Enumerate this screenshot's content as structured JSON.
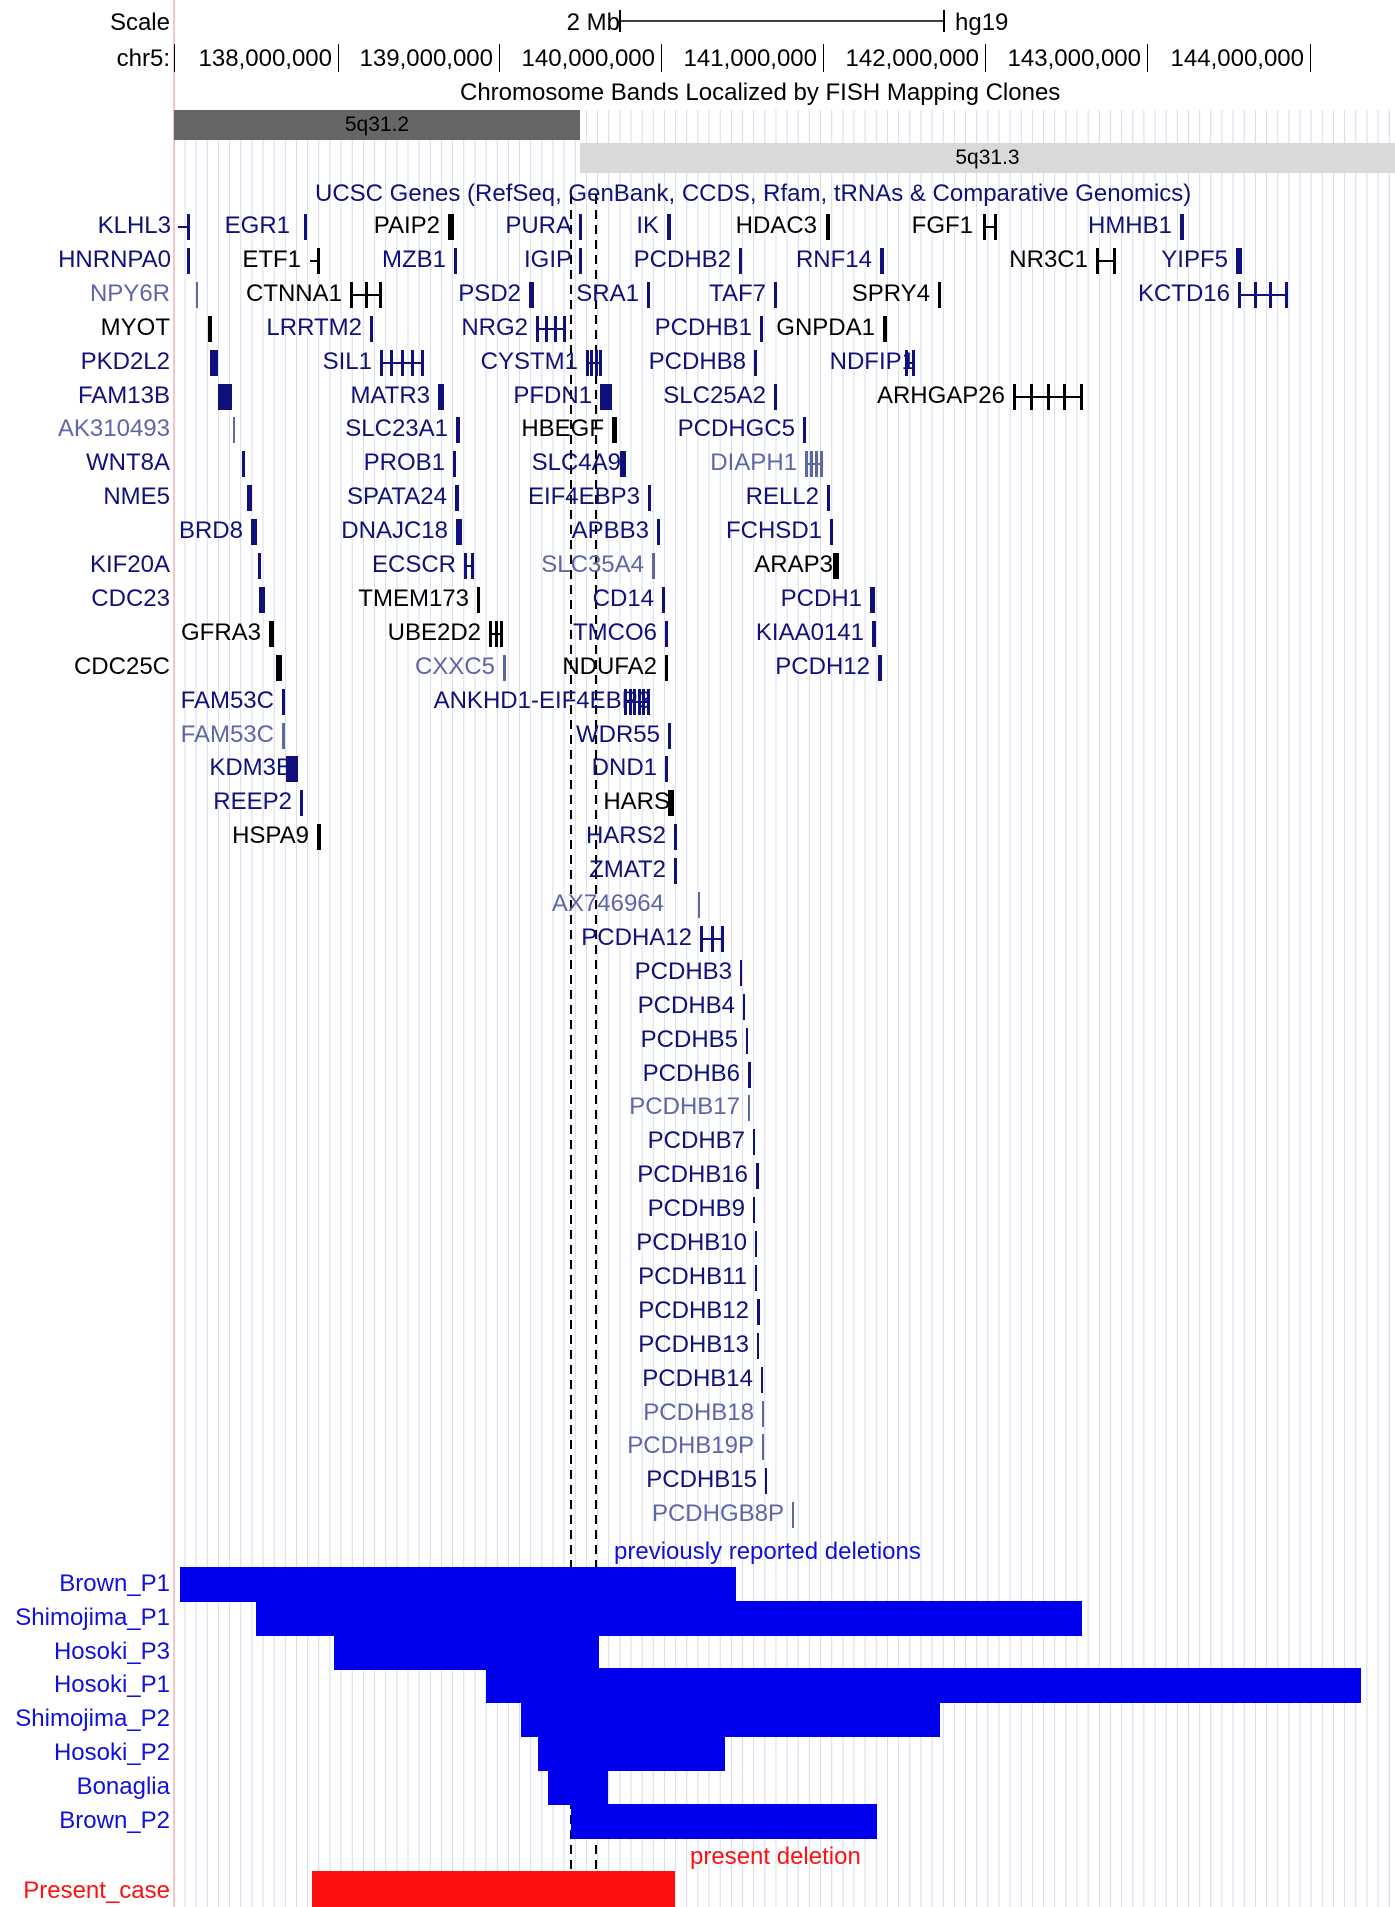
{
  "header": {
    "scale_label": "Scale",
    "scale_value": "2 Mb",
    "assembly": "hg19",
    "chrom_label": "chr5:",
    "positions": [
      "138,000,000",
      "139,000,000",
      "140,000,000",
      "141,000,000",
      "142,000,000",
      "143,000,000",
      "144,000,000"
    ]
  },
  "bands_track": {
    "title": "Chromosome Bands Localized by FISH Mapping Clones",
    "bands": [
      {
        "name": "5q31.2",
        "color": "#666666"
      },
      {
        "name": "5q31.3",
        "color": "#d9d9d9"
      }
    ]
  },
  "genes_track": {
    "title": "UCSC Genes (RefSeq, GenBank, CCDS, Rfam, tRNAs & Comparative Genomics)",
    "colors": {
      "b": "#10107a",
      "k": "#000000",
      "l": "#5f66a6"
    },
    "rows": [
      [
        {
          "name": "KLHL3",
          "c": "b"
        },
        {
          "name": "EGR1",
          "c": "b"
        },
        {
          "name": "PAIP2",
          "c": "k"
        },
        {
          "name": "PURA",
          "c": "b"
        },
        {
          "name": "IK",
          "c": "b"
        },
        {
          "name": "HDAC3",
          "c": "k"
        },
        {
          "name": "FGF1",
          "c": "k"
        },
        {
          "name": "HMHB1",
          "c": "b"
        }
      ],
      [
        {
          "name": "HNRNPA0",
          "c": "b"
        },
        {
          "name": "ETF1",
          "c": "k"
        },
        {
          "name": "MZB1",
          "c": "b"
        },
        {
          "name": "IGIP",
          "c": "b"
        },
        {
          "name": "PCDHB2",
          "c": "b"
        },
        {
          "name": "RNF14",
          "c": "b"
        },
        {
          "name": "NR3C1",
          "c": "k"
        },
        {
          "name": "YIPF5",
          "c": "b"
        }
      ],
      [
        {
          "name": "NPY6R",
          "c": "l"
        },
        {
          "name": "CTNNA1",
          "c": "k"
        },
        {
          "name": "PSD2",
          "c": "b"
        },
        {
          "name": "SRA1",
          "c": "b"
        },
        {
          "name": "TAF7",
          "c": "b"
        },
        {
          "name": "SPRY4",
          "c": "k"
        },
        {
          "name": "KCTD16",
          "c": "b"
        }
      ],
      [
        {
          "name": "MYOT",
          "c": "k"
        },
        {
          "name": "LRRTM2",
          "c": "b"
        },
        {
          "name": "NRG2",
          "c": "b"
        },
        {
          "name": "PCDHB1",
          "c": "b"
        },
        {
          "name": "GNPDA1",
          "c": "k"
        }
      ],
      [
        {
          "name": "PKD2L2",
          "c": "b"
        },
        {
          "name": "SIL1",
          "c": "b"
        },
        {
          "name": "CYSTM1",
          "c": "b"
        },
        {
          "name": "PCDHB8",
          "c": "b"
        },
        {
          "name": "NDFIP1",
          "c": "b"
        }
      ],
      [
        {
          "name": "FAM13B",
          "c": "b"
        },
        {
          "name": "MATR3",
          "c": "b"
        },
        {
          "name": "PFDN1",
          "c": "b"
        },
        {
          "name": "SLC25A2",
          "c": "b"
        },
        {
          "name": "ARHGAP26",
          "c": "k"
        }
      ],
      [
        {
          "name": "AK310493",
          "c": "l"
        },
        {
          "name": "SLC23A1",
          "c": "b"
        },
        {
          "name": "HBEGF",
          "c": "k"
        },
        {
          "name": "PCDHGC5",
          "c": "b"
        }
      ],
      [
        {
          "name": "WNT8A",
          "c": "b"
        },
        {
          "name": "PROB1",
          "c": "b"
        },
        {
          "name": "SLC4A9",
          "c": "b"
        },
        {
          "name": "DIAPH1",
          "c": "l"
        }
      ],
      [
        {
          "name": "NME5",
          "c": "b"
        },
        {
          "name": "SPATA24",
          "c": "b"
        },
        {
          "name": "EIF4EBP3",
          "c": "b"
        },
        {
          "name": "RELL2",
          "c": "b"
        }
      ],
      [
        {
          "name": "BRD8",
          "c": "b"
        },
        {
          "name": "DNAJC18",
          "c": "b"
        },
        {
          "name": "APBB3",
          "c": "b"
        },
        {
          "name": "FCHSD1",
          "c": "b"
        }
      ],
      [
        {
          "name": "KIF20A",
          "c": "b"
        },
        {
          "name": "ECSCR",
          "c": "b"
        },
        {
          "name": "SLC35A4",
          "c": "l"
        },
        {
          "name": "ARAP3",
          "c": "k"
        }
      ],
      [
        {
          "name": "CDC23",
          "c": "b"
        },
        {
          "name": "TMEM173",
          "c": "k"
        },
        {
          "name": "CD14",
          "c": "b"
        },
        {
          "name": "PCDH1",
          "c": "b"
        }
      ],
      [
        {
          "name": "GFRA3",
          "c": "k"
        },
        {
          "name": "UBE2D2",
          "c": "k"
        },
        {
          "name": "TMCO6",
          "c": "b"
        },
        {
          "name": "KIAA0141",
          "c": "b"
        }
      ],
      [
        {
          "name": "CDC25C",
          "c": "k"
        },
        {
          "name": "CXXC5",
          "c": "l"
        },
        {
          "name": "NDUFA2",
          "c": "k"
        },
        {
          "name": "PCDH12",
          "c": "b"
        }
      ],
      [
        {
          "name": "FAM53C",
          "c": "b"
        },
        {
          "name": "ANKHD1-EIF4EBP3",
          "c": "b"
        }
      ],
      [
        {
          "name": "FAM53C",
          "c": "l"
        },
        {
          "name": "WDR55",
          "c": "b"
        }
      ],
      [
        {
          "name": "KDM3B",
          "c": "b"
        },
        {
          "name": "DND1",
          "c": "b"
        }
      ],
      [
        {
          "name": "REEP2",
          "c": "b"
        },
        {
          "name": "HARS",
          "c": "k"
        }
      ],
      [
        {
          "name": "HSPA9",
          "c": "k"
        },
        {
          "name": "HARS2",
          "c": "b"
        }
      ],
      [
        {
          "name": "ZMAT2",
          "c": "b"
        }
      ],
      [
        {
          "name": "AX746964",
          "c": "l"
        }
      ],
      [
        {
          "name": "PCDHA12",
          "c": "b"
        }
      ],
      [
        {
          "name": "PCDHB3",
          "c": "b"
        }
      ],
      [
        {
          "name": "PCDHB4",
          "c": "b"
        }
      ],
      [
        {
          "name": "PCDHB5",
          "c": "b"
        }
      ],
      [
        {
          "name": "PCDHB6",
          "c": "b"
        }
      ],
      [
        {
          "name": "PCDHB17",
          "c": "l"
        }
      ],
      [
        {
          "name": "PCDHB7",
          "c": "b"
        }
      ],
      [
        {
          "name": "PCDHB16",
          "c": "b"
        }
      ],
      [
        {
          "name": "PCDHB9",
          "c": "b"
        }
      ],
      [
        {
          "name": "PCDHB10",
          "c": "b"
        }
      ],
      [
        {
          "name": "PCDHB11",
          "c": "b"
        }
      ],
      [
        {
          "name": "PCDHB12",
          "c": "b"
        }
      ],
      [
        {
          "name": "PCDHB13",
          "c": "b"
        }
      ],
      [
        {
          "name": "PCDHB14",
          "c": "b"
        }
      ],
      [
        {
          "name": "PCDHB18",
          "c": "l"
        }
      ],
      [
        {
          "name": "PCDHB19P",
          "c": "l"
        }
      ],
      [
        {
          "name": "PCDHB15",
          "c": "b"
        }
      ],
      [
        {
          "name": "PCDHGB8P",
          "c": "l"
        }
      ]
    ]
  },
  "deletions_track": {
    "title": "previously reported deletions",
    "present_title": "present deletion",
    "bar_color": "#0000ee",
    "present_color": "#ff1010",
    "label_color": "#1010dd",
    "present_label_color": "#ff1010",
    "items": [
      {
        "name": "Brown_P1"
      },
      {
        "name": "Shimojima_P1"
      },
      {
        "name": "Hosoki_P3"
      },
      {
        "name": "Hosoki_P1"
      },
      {
        "name": "Shimojima_P2"
      },
      {
        "name": "Hosoki_P2"
      },
      {
        "name": "Bonaglia"
      },
      {
        "name": "Brown_P2"
      }
    ],
    "present": {
      "name": "Present_case"
    }
  }
}
